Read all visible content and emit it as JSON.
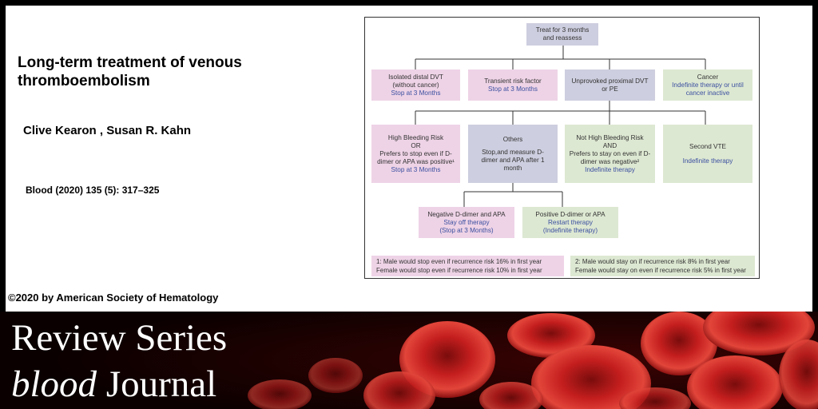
{
  "slide": {
    "title": "Long-term treatment of venous thromboembolism",
    "authors": "Clive Kearon , Susan R. Kahn",
    "citation": "Blood (2020) 135 (5): 317–325",
    "copyright": "©2020 by American Society of Hematology"
  },
  "diagram": {
    "root": {
      "line1": "Treat for 3 months",
      "line2": "and reassess"
    },
    "level1": [
      {
        "line1": "Isolated distal DVT",
        "line2": "(without cancer)",
        "action": "Stop at 3 Months"
      },
      {
        "line1": "Transient risk factor",
        "action": "Stop at 3 Months"
      },
      {
        "line1": "Unprovoked proximal DVT",
        "line2": "or PE"
      },
      {
        "line1": "Cancer",
        "action": "Indefinite therapy or until cancer inactive"
      }
    ],
    "level2": [
      {
        "line1": "High Bleeding Risk",
        "line2": "OR",
        "line3": "Prefers to stop even if D-dimer or APA was positive¹",
        "action": "Stop at 3 Months"
      },
      {
        "line1": "Others",
        "line2": "Stop,and measure D-dimer and APA after 1 month"
      },
      {
        "line1": "Not High Bleeding Risk",
        "line2": "AND",
        "line3": "Prefers to stay on even if D-dimer was negative²",
        "action": "Indefinite therapy"
      },
      {
        "line1": "Second VTE",
        "action": "Indefinite therapy"
      }
    ],
    "level3": [
      {
        "line1": "Negative  D-dimer and APA",
        "action": "Stay off therapy",
        "action2": "(Stop at 3 Months)"
      },
      {
        "line1": "Positive D-dimer or APA",
        "action": "Restart therapy",
        "action2": "(Indefinite therapy)"
      }
    ],
    "footnotes": [
      {
        "line1": "1: Male would stop even if recurrence risk 16% in first year",
        "line2": "Female would stop even if recurrence risk 10% in first year"
      },
      {
        "line1": "2: Male would stay on if recurrence risk 8% in first year",
        "line2": "Female would stay on even if recurrence risk 5% in first year"
      }
    ],
    "colors": {
      "pink": "#eed3e6",
      "grey": "#cdcedf",
      "green": "#dde8d2",
      "action_text": "#3b4fa0"
    }
  },
  "banner": {
    "line1": "Review Series",
    "journal_italic": "blood",
    "journal_rest": " Journal",
    "image": "red-blood-cells-illustration"
  }
}
